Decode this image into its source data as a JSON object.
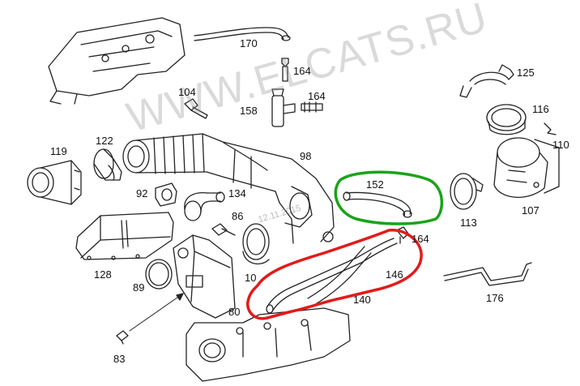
{
  "watermark": {
    "text": "WWW.ELCATS.RU",
    "date": "12.11.2015"
  },
  "labels": {
    "p170": "170",
    "p164a": "164",
    "p104": "104",
    "p164b": "164",
    "p158": "158",
    "p98": "98",
    "p125": "125",
    "p116": "116",
    "p110": "110",
    "p122": "122",
    "p119": "119",
    "p92": "92",
    "p134": "134",
    "p152": "152",
    "p113": "113",
    "p107": "107",
    "p86": "86",
    "p164c": "164",
    "p128": "128",
    "p89": "89",
    "p10x": "10",
    "p146": "146",
    "p176": "176",
    "p140": "140",
    "p80": "80",
    "p83": "83"
  },
  "highlights": {
    "green_color": "#1aa31a",
    "red_color": "#e21b1b"
  }
}
